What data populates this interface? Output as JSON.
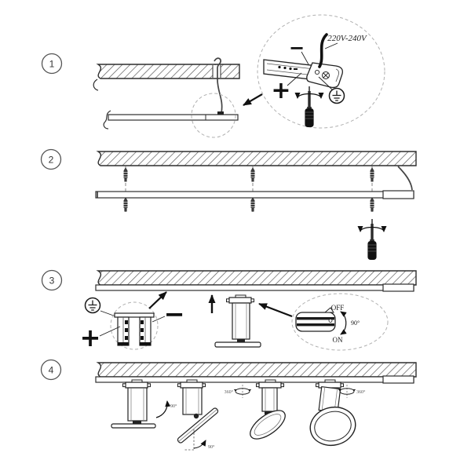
{
  "figure": {
    "type": "track-light-installation-instructions",
    "steps": [
      {
        "number": "1"
      },
      {
        "number": "2"
      },
      {
        "number": "3"
      },
      {
        "number": "4"
      }
    ],
    "step1_detail": {
      "voltage_label": "220V-240V",
      "terminal_minus": "−",
      "terminal_plus": "+"
    },
    "step3_detail": {
      "terminal_plus": "+",
      "terminal_minus": "−",
      "switch_off": "OFF",
      "switch_on": "ON",
      "switch_angle": "90°"
    },
    "step4_labels": {
      "tilt_angle_1": "90°",
      "tilt_angle_2": "90°",
      "rotate_angle_left": "360°",
      "rotate_angle_right": "360°"
    }
  }
}
